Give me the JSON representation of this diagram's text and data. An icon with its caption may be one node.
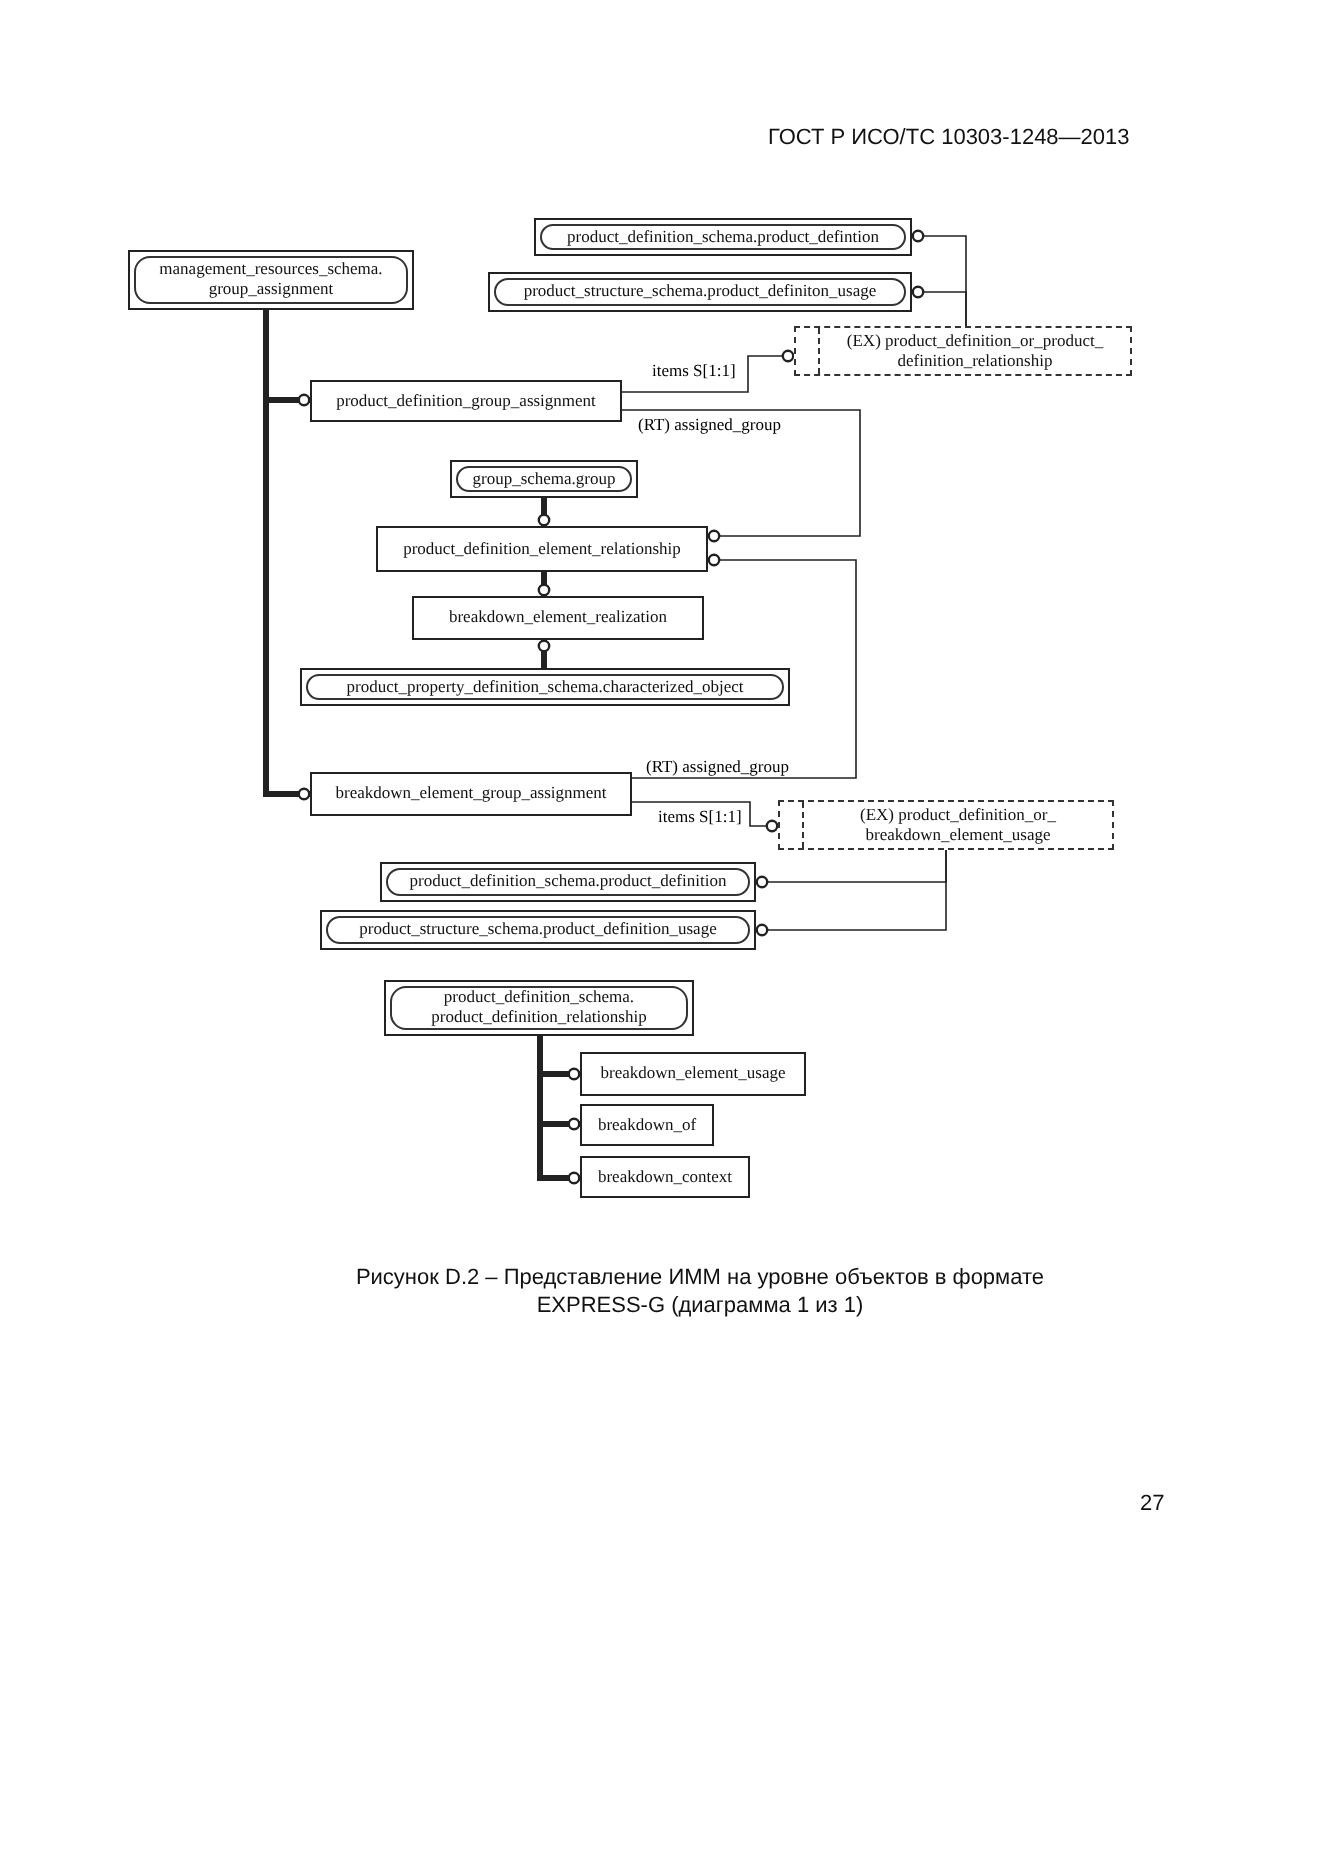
{
  "diagram": {
    "caption": "Рисунок D.2 – Представление ИММ на уровне объектов в формате EXPRESS-G (диаграмма 1 из 1)",
    "nodes": [
      {
        "text": [
          "management_resources_schema. group_assignment"
        ]
      },
      {
        "text": [
          "product_definition_schema.product_defintion"
        ]
      },
      {
        "text": [
          "product_structure_schema.product_definiton_usage"
        ]
      },
      {
        "text": [
          "(EX) product_definition_or_product_ definition_relationship"
        ]
      },
      {
        "text": [
          "product_definition_group_assignment"
        ]
      },
      {
        "text": [
          "group_schema.group"
        ]
      },
      {
        "text": [
          "product_definition_element_relationship"
        ]
      },
      {
        "text": [
          "breakdown_element_realization"
        ]
      },
      {
        "text": [
          "product_property_definition_schema.characterized_object"
        ]
      },
      {
        "text": [
          "breakdown_element_group_assignment"
        ]
      },
      {
        "text": [
          "(EX) product_definition_or_ breakdown_element_usage"
        ]
      },
      {
        "text": [
          "product_definition_schema.product_definition"
        ]
      },
      {
        "text": [
          "product_structure_schema.product_definition_usage"
        ]
      },
      {
        "text": [
          "product_definition_schema. product_definition_relationship"
        ]
      },
      {
        "text": [
          "breakdown_element_usage"
        ]
      },
      {
        "text": [
          "breakdown_of"
        ]
      },
      {
        "text": [
          "breakdown_context"
        ]
      }
    ],
    "edges": [
      {
        "from": 0,
        "to": 4,
        "arrow": "other",
        "style": "thick"
      },
      {
        "from": 0,
        "to": 9,
        "arrow": "other",
        "style": "thick"
      },
      {
        "from": 4,
        "to": 3,
        "arrow": "other",
        "label": "items S[1:1]"
      },
      {
        "from": 4,
        "to": 6,
        "arrow": "other",
        "label": "(RT) assigned_group"
      },
      {
        "from": 3,
        "to": 1,
        "arrow": "other"
      },
      {
        "from": 3,
        "to": 2,
        "arrow": "other"
      },
      {
        "from": 5,
        "to": 6,
        "arrow": "other",
        "style": "thick"
      },
      {
        "from": 6,
        "to": 7,
        "arrow": "other",
        "style": "thick"
      },
      {
        "from": 8,
        "to": 7,
        "arrow": "other",
        "style": "thick"
      },
      {
        "from": 9,
        "to": 6,
        "arrow": "other",
        "label": "(RT) assigned_group"
      },
      {
        "from": 9,
        "to": 10,
        "arrow": "other",
        "label": "items S[1:1]"
      },
      {
        "from": 10,
        "to": 11,
        "arrow": "other"
      },
      {
        "from": 10,
        "to": 12,
        "arrow": "other"
      },
      {
        "from": 13,
        "to": 14,
        "arrow": "other",
        "style": "thick"
      },
      {
        "from": 13,
        "to": 15,
        "arrow": "other",
        "style": "thick"
      },
      {
        "from": 13,
        "to": 16,
        "arrow": "other",
        "style": "thick"
      }
    ],
    "labels": [
      "ГОСТ Р ИСО/ТС 10303-1248—2013",
      "27"
    ]
  }
}
